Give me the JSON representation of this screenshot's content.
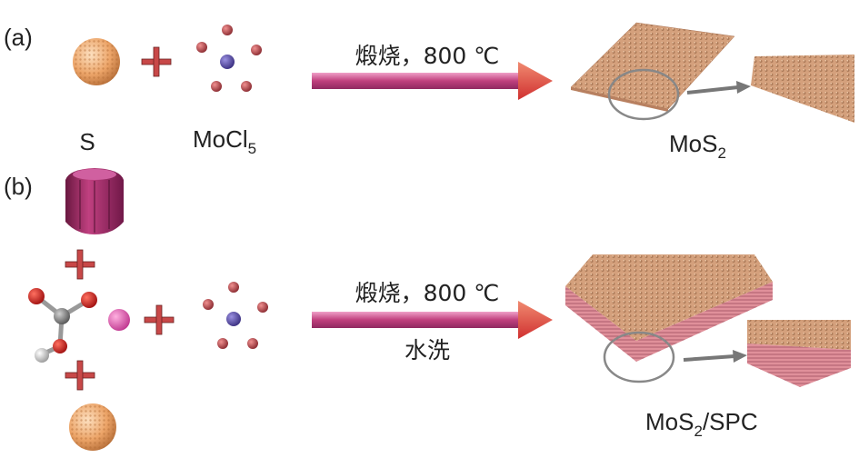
{
  "panel_a": {
    "label": "(a)",
    "reactant_1": "S",
    "reactant_2_base": "MoCl",
    "reactant_2_sub": "5",
    "condition": "煅烧，800 ℃",
    "product_base": "MoS",
    "product_sub": "2"
  },
  "panel_b": {
    "label": "(b)",
    "condition": "煅烧，800 ℃",
    "condition_2": "水洗",
    "product_base": "MoS",
    "product_sub": "2",
    "product_suffix": "/SPC"
  },
  "colors": {
    "arrow": "#c0407e",
    "sphere": "#f0b078",
    "cluster_center": "#55489a",
    "cluster_outer": "#b8484e",
    "plus": "#c84848",
    "sheet": "#d8a07a",
    "slab_side": "#d88088"
  }
}
